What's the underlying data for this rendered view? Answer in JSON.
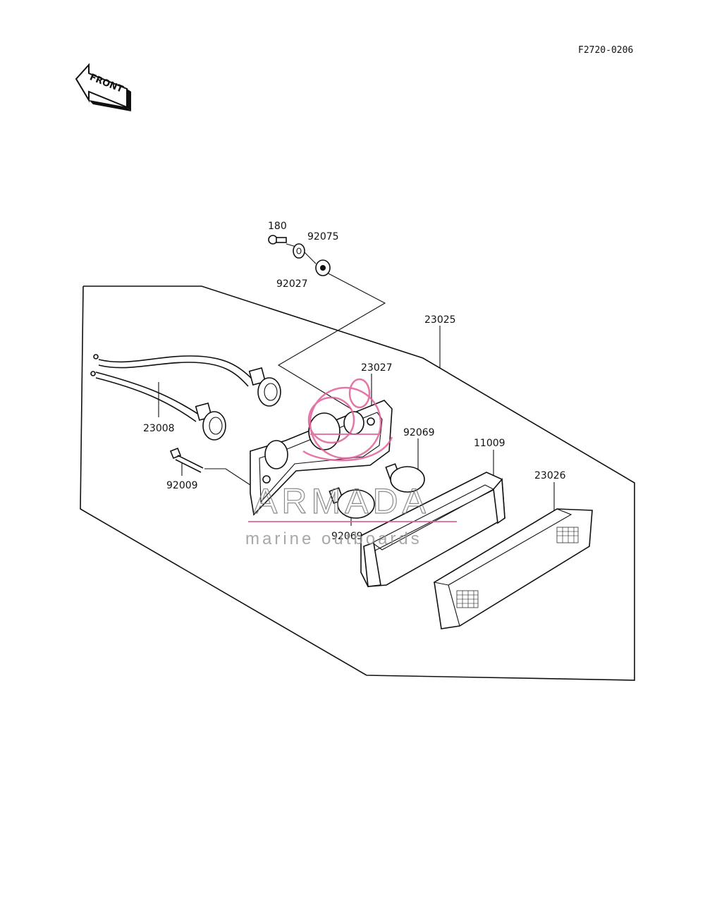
{
  "diagram_code": "F2720-0206",
  "front_label": "FRONT",
  "callouts": {
    "p180": "180",
    "p92075": "92075",
    "p92027": "92027",
    "p23025": "23025",
    "p23027": "23027",
    "p23008": "23008",
    "p92069a": "92069",
    "p11009": "11009",
    "p23026": "23026",
    "p92009": "92009",
    "p92069b": "92069"
  },
  "watermark": {
    "brand": "ARMADA",
    "tagline": "marine outboards",
    "accent_color": "#e0609a"
  }
}
